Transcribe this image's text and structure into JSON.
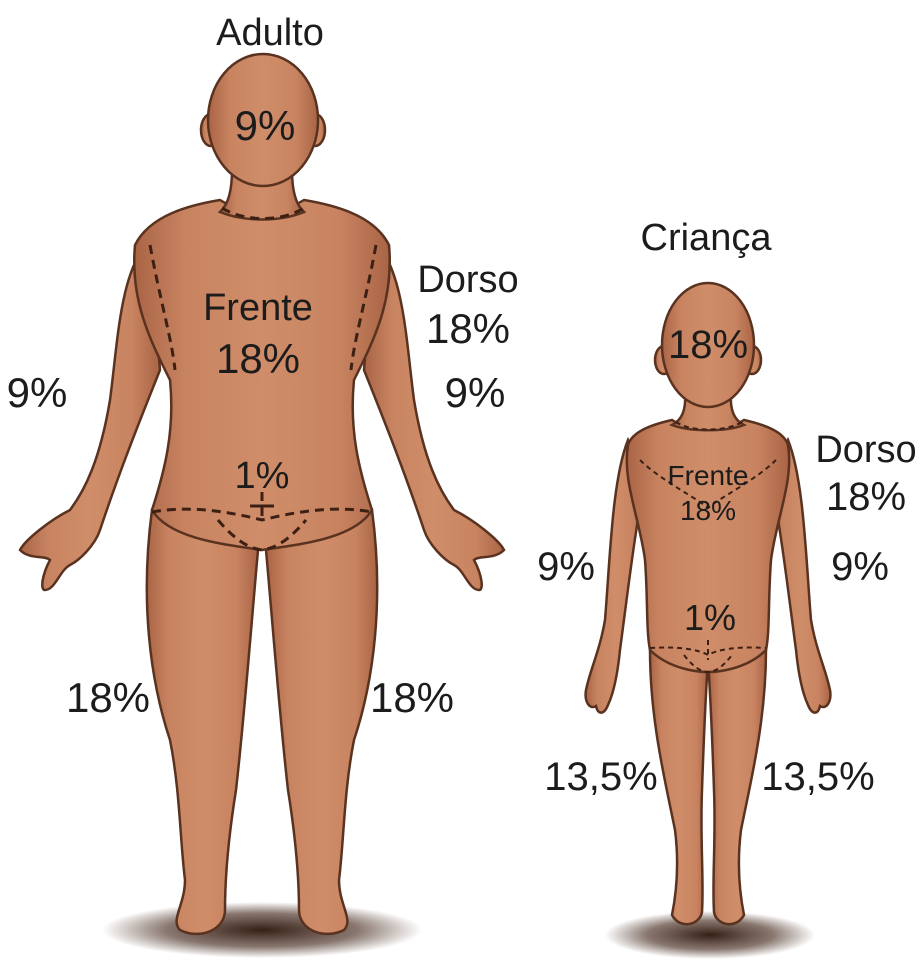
{
  "colors": {
    "skin": "#c47e5c",
    "skin_shadow": "#9c5b3e",
    "outline": "#5a3220",
    "dashed_line": "#3d2014",
    "text": "#1c1c1c",
    "floor_shadow": "#3a1d10"
  },
  "adult": {
    "title": "Adulto",
    "head": "9%",
    "front_label": "Frente",
    "front_value": "18%",
    "back_label": "Dorso",
    "back_value": "18%",
    "left_arm": "9%",
    "right_arm": "9%",
    "genitals": "1%",
    "left_leg": "18%",
    "right_leg": "18%"
  },
  "child": {
    "title": "Criança",
    "head": "18%",
    "front_label": "Frente",
    "front_value": "18%",
    "back_label": "Dorso",
    "back_value": "18%",
    "left_arm": "9%",
    "right_arm": "9%",
    "genitals": "1%",
    "left_leg": "13,5%",
    "right_leg": "13,5%"
  }
}
